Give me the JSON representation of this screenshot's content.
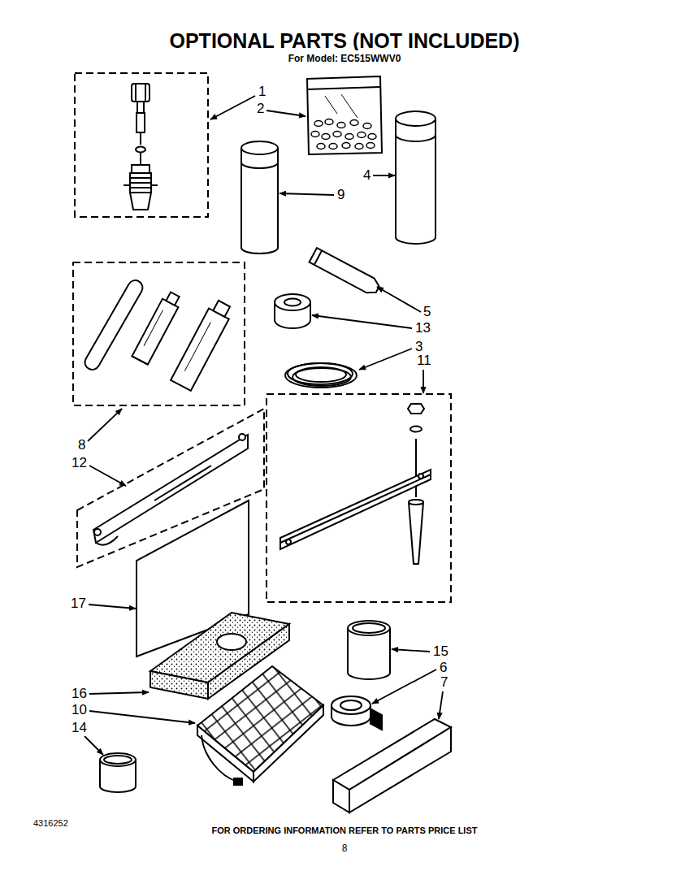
{
  "diagram": {
    "title": "OPTIONAL PARTS (NOT INCLUDED)",
    "caption": "FOR ORDERING INFORMATION REFER TO PARTS PRICE LIST",
    "labels": [
      "For Model: EC515WWV0",
      "1",
      "2",
      "4",
      "9",
      "5",
      "13",
      "3",
      "11",
      "8",
      "12",
      "17",
      "15",
      "6",
      "7",
      "16",
      "10",
      "14",
      "4316252",
      "8"
    ]
  }
}
